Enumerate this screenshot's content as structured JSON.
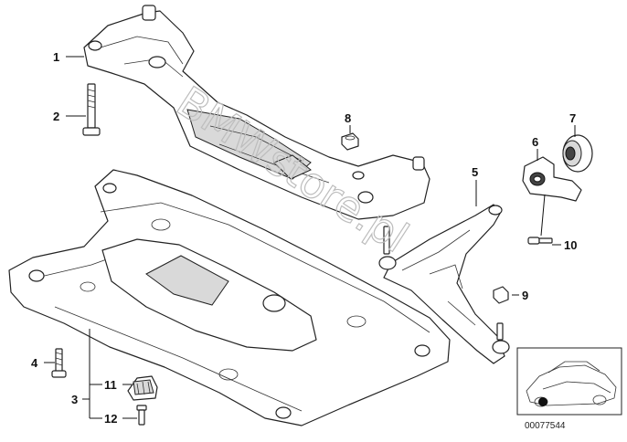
{
  "diagram": {
    "callouts": [
      {
        "id": "1",
        "label": "1"
      },
      {
        "id": "2",
        "label": "2"
      },
      {
        "id": "3",
        "label": "3"
      },
      {
        "id": "4",
        "label": "4"
      },
      {
        "id": "5",
        "label": "5"
      },
      {
        "id": "6",
        "label": "6"
      },
      {
        "id": "7",
        "label": "7"
      },
      {
        "id": "8",
        "label": "8"
      },
      {
        "id": "9",
        "label": "9"
      },
      {
        "id": "10",
        "label": "10"
      },
      {
        "id": "11",
        "label": "11"
      },
      {
        "id": "12",
        "label": "12"
      }
    ],
    "watermark": "BMWstore.pl",
    "reference_number": "00077544",
    "colors": {
      "line": "#222222",
      "shade": "#d9d9d9",
      "watermark": "#bdbdbd"
    }
  }
}
